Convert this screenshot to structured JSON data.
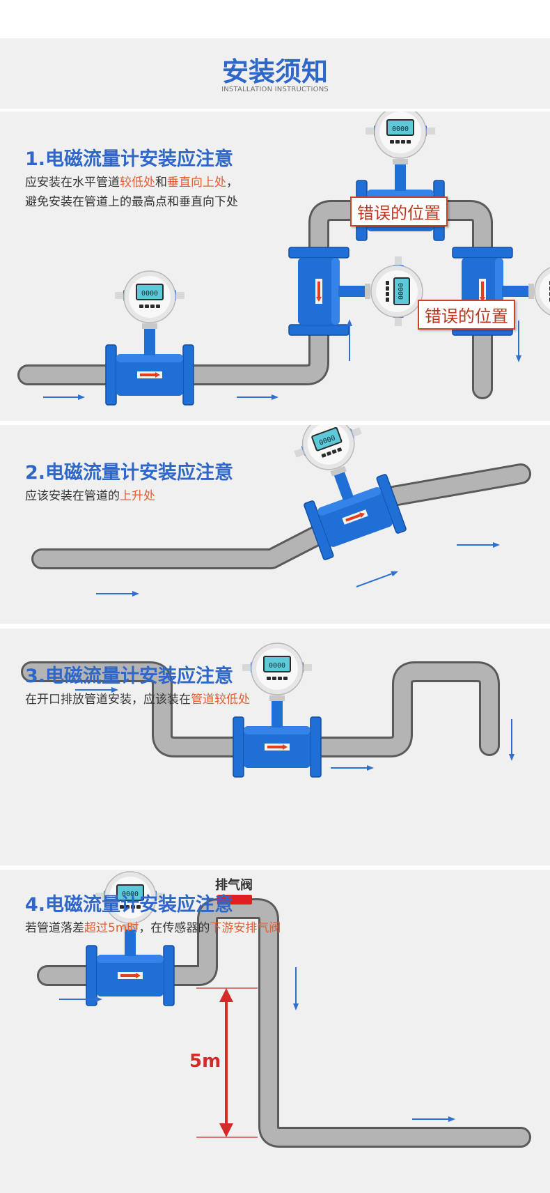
{
  "header": {
    "title": "安装须知",
    "subtitle": "INSTALLATION INSTRUCTIONS"
  },
  "sections": [
    {
      "title": "1.电磁流量计安装应注意",
      "line1_a": "应安装在水平管道",
      "line1_hl1": "较低处",
      "line1_b": "和",
      "line1_hl2": "垂直向上处",
      "line1_c": "，",
      "line2": "避免安装在管道上的最高点和垂直向下处",
      "wrong_label": "错误的位置"
    },
    {
      "title": "2.电磁流量计安装应注意",
      "desc_a": "应该安装在管道的",
      "desc_hl": "上升处"
    },
    {
      "title": "3.电磁流量计安装应注意",
      "desc_a": "在开口排放管道安装，应该装在",
      "desc_hl": "管道较低处"
    },
    {
      "title": "4.电磁流量计安装应注意",
      "desc_a": "若管道落差",
      "desc_hl1": "超过5m时",
      "desc_b": "，在传感器的",
      "desc_hl2": "下游安排气阀",
      "valve_label": "排气阀",
      "drop_label": "5m"
    }
  ],
  "display_reading": "0000",
  "colors": {
    "brand_blue": "#2f67c8",
    "highlight": "#e35d35",
    "meter_blue": "#1f6fd6",
    "pipe": "#a8a8a8",
    "warning": "#c8452a"
  }
}
